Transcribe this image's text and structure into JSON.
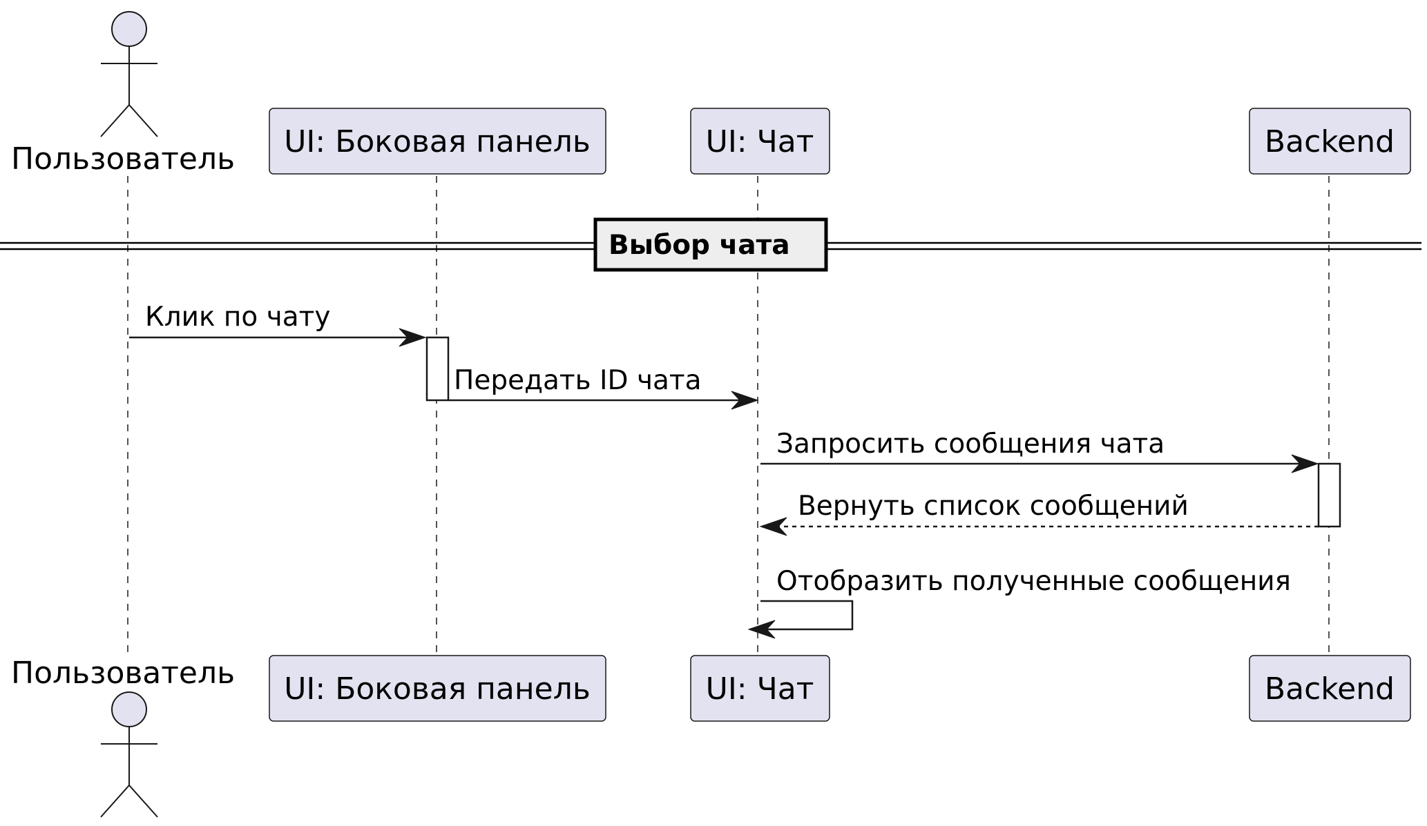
{
  "participants": [
    {
      "id": "user",
      "kind": "actor",
      "label": "Пользователь"
    },
    {
      "id": "sidebar",
      "kind": "participant",
      "label": "UI: Боковая панель"
    },
    {
      "id": "chat",
      "kind": "participant",
      "label": "UI: Чат"
    },
    {
      "id": "backend",
      "kind": "participant",
      "label": "Backend"
    }
  ],
  "divider": {
    "label": "Выбор чата"
  },
  "messages": [
    {
      "from": "user",
      "to": "sidebar",
      "label": "Клик по чату",
      "style": "solid"
    },
    {
      "from": "sidebar",
      "to": "chat",
      "label": "Передать ID чата",
      "style": "solid"
    },
    {
      "from": "chat",
      "to": "backend",
      "label": "Запросить сообщения чата",
      "style": "solid"
    },
    {
      "from": "backend",
      "to": "chat",
      "label": "Вернуть список сообщений",
      "style": "dashed"
    },
    {
      "from": "chat",
      "to": "chat",
      "label": "Отобразить полученные сообщения",
      "style": "solid"
    }
  ],
  "activations": [
    {
      "participant": "sidebar",
      "from_message": 0,
      "to_message": 1
    },
    {
      "participant": "backend",
      "from_message": 2,
      "to_message": 3
    }
  ],
  "colors": {
    "participant_fill": "#e2e2f0",
    "stroke": "#181818",
    "divider_fill": "#eeeeee"
  }
}
